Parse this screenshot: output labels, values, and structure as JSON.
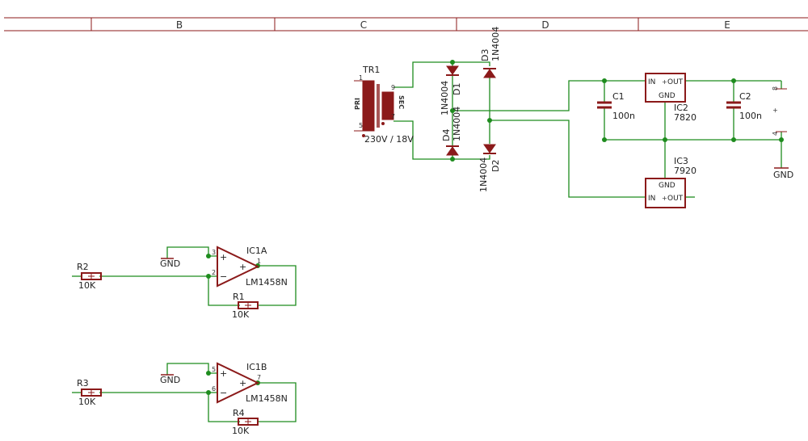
{
  "frame": {
    "zones": [
      "B",
      "C",
      "D",
      "E"
    ]
  },
  "transformer": {
    "name": "TR1",
    "value": "230V / 18V",
    "pri_label": "PRI",
    "sec_label": "SEC",
    "pins": {
      "p1": "1",
      "p5": "5",
      "p9": "9",
      "p7": "7"
    }
  },
  "diodes": [
    {
      "name": "D1",
      "value": "1N4004"
    },
    {
      "name": "D2",
      "value": "1N4004"
    },
    {
      "name": "D3",
      "value": "1N4004"
    },
    {
      "name": "D4",
      "value": "1N4004"
    }
  ],
  "capacitors": [
    {
      "name": "C1",
      "value": "100n"
    },
    {
      "name": "C2",
      "value": "100n"
    }
  ],
  "regulators": [
    {
      "name": "IC2",
      "value": "7820",
      "pin_in": "IN",
      "pin_out": "OUT",
      "pin_gnd": "GND"
    },
    {
      "name": "IC3",
      "value": "7920",
      "pin_in": "IN",
      "pin_out": "OUT",
      "pin_gnd": "GND"
    }
  ],
  "connector": {
    "pins": [
      "8",
      "4"
    ],
    "plus": "+"
  },
  "opamps": [
    {
      "name": "IC1A",
      "value": "LM1458N",
      "pin_plus": "3",
      "pin_minus": "2",
      "pin_out": "1"
    },
    {
      "name": "IC1B",
      "value": "LM1458N",
      "pin_plus": "5",
      "pin_minus": "6",
      "pin_out": "7"
    }
  ],
  "resistors": [
    {
      "name": "R1",
      "value": "10K"
    },
    {
      "name": "R2",
      "value": "10K"
    },
    {
      "name": "R3",
      "value": "10K"
    },
    {
      "name": "R4",
      "value": "10K"
    }
  ],
  "gnd_label": "GND",
  "colors": {
    "frame": "#8b1a1a",
    "wire": "#1e8c1e",
    "text": "#222222"
  }
}
